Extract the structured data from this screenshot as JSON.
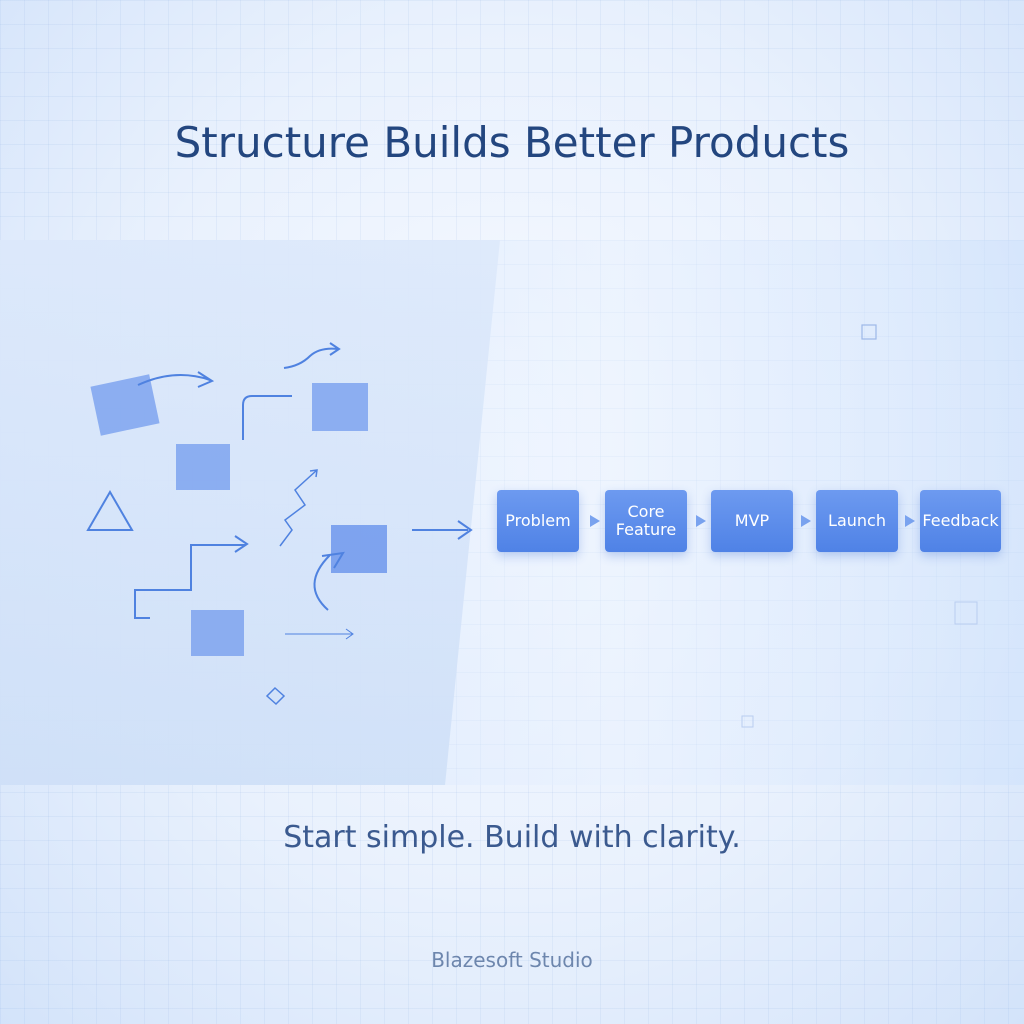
{
  "title": "Structure Builds Better Products",
  "flow": {
    "steps": [
      {
        "label": "Problem"
      },
      {
        "label": "Core\nFeature"
      },
      {
        "label": "MVP"
      },
      {
        "label": "Launch"
      },
      {
        "label": "Feedback"
      }
    ]
  },
  "tagline": "Start simple. Build with clarity.",
  "brand": "Blazesoft Studio",
  "colors": {
    "accent": "#5a8cea",
    "title": "#23467f"
  }
}
